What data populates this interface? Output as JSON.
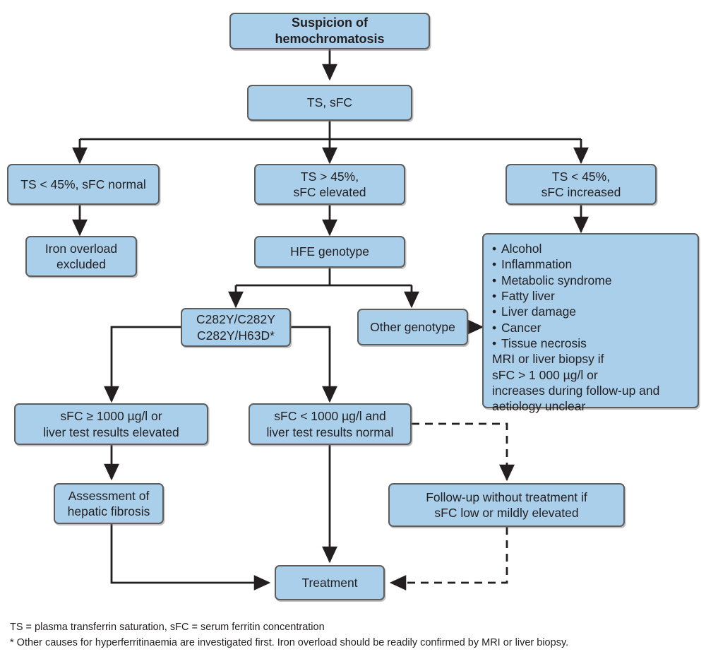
{
  "diagram": {
    "title": "Hemochromatosis diagnostic flowchart",
    "colors": {
      "node_fill": "#a9cfeb",
      "node_border": "#5d5d5d",
      "connector": "#231f20",
      "text": "#231f20",
      "background": "#ffffff"
    },
    "nodes": {
      "suspicion": "Suspicion of hemochromatosis",
      "ts_sfc": "TS, sFC",
      "branch_left": "TS < 45%, sFC normal",
      "branch_middle": "TS > 45%,\nsFC elevated",
      "branch_right": "TS < 45%,\nsFC increased",
      "iron_overload_excluded": "Iron overload\nexcluded",
      "hfe_genotype": "HFE genotype",
      "c282y": "C282Y/C282Y\nC282Y/H63D*",
      "other_genotype": "Other genotype",
      "causes_title": "",
      "causes_bullets": [
        "Alcohol",
        "Inflammation",
        "Metabolic syndrome",
        "Fatty liver",
        "Liver damage",
        "Cancer",
        "Tissue necrosis"
      ],
      "causes_tail": "MRI or liver biopsy if\nsFC > 1 000 µg/l or\nincreases during follow-up and\naetiology unclear",
      "sfc_high": "sFC ≥ 1000 µg/l or\nliver test results elevated",
      "sfc_low": "sFC < 1000 µg/l and\nliver test results normal",
      "assessment": "Assessment of\nhepatic fibrosis",
      "follow_up": "Follow-up without treatment if\nsFC low or mildly elevated",
      "treatment": "Treatment"
    },
    "footnotes": [
      "TS = plasma transferrin saturation, sFC = serum ferritin concentration",
      "* Other causes for hyperferritinaemia are investigated first. Iron overload should be readily confirmed by MRI or liver biopsy."
    ]
  }
}
